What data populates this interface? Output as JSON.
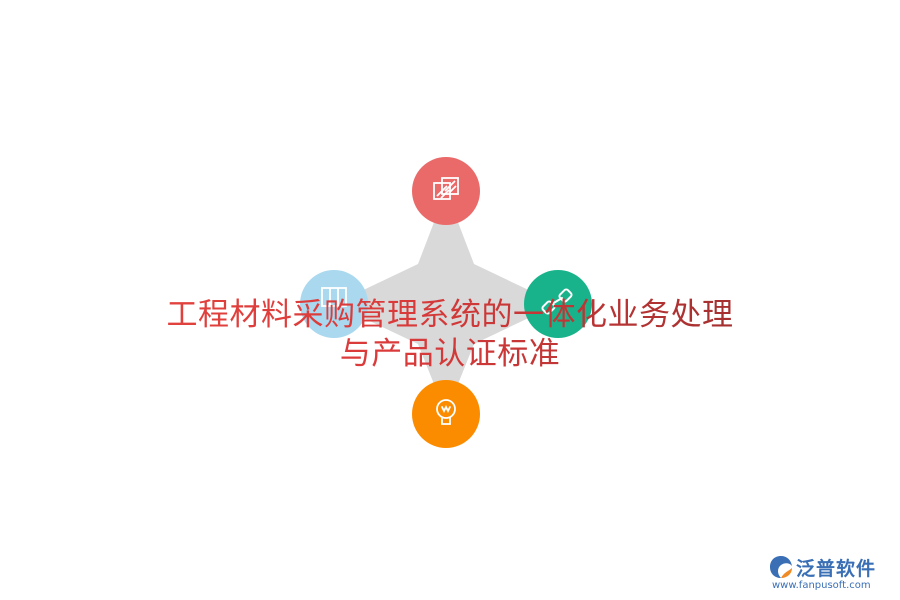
{
  "title": {
    "line1": "工程材料采购管理系统的一体化业务处理",
    "line2": "与产品认证标准"
  },
  "nodes": [
    {
      "id": "top",
      "icon": "striped-squares-icon",
      "color": "#ea6a6a"
    },
    {
      "id": "left",
      "icon": "columns-grid-icon",
      "color": "#a9d8ef"
    },
    {
      "id": "right",
      "icon": "link-chain-icon",
      "color": "#18b38b"
    },
    {
      "id": "bottom",
      "icon": "lightbulb-icon",
      "color": "#fb8c00"
    }
  ],
  "star_color": "#d9d9d9",
  "logo": {
    "name": "泛普软件",
    "url": "www.fanpusoft.com"
  }
}
